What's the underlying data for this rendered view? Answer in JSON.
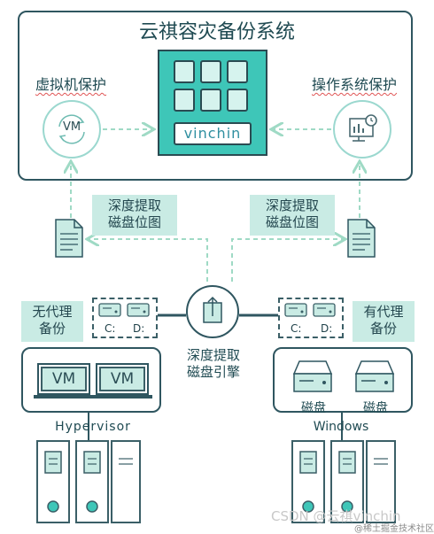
{
  "title": "云祺容灾备份系统",
  "top_left_label": "虚拟机保护",
  "top_right_label": "操作系统保护",
  "vm_icon_text": "VM",
  "logo_text": "vinchin",
  "callout_left": [
    "深度提取",
    "磁盘位图"
  ],
  "callout_right": [
    "深度提取",
    "磁盘位图"
  ],
  "agentless": [
    "无代理",
    "备份"
  ],
  "agent": [
    "有代理",
    "备份"
  ],
  "engine": [
    "深度提取",
    "磁盘引擎"
  ],
  "left_drive_c": "C:",
  "left_drive_d": "D:",
  "right_drive_c": "C:",
  "right_drive_d": "D:",
  "vm1": "VM",
  "vm2": "VM",
  "hypervisor": "Hypervisor",
  "windows": "Windows",
  "disk1": "磁盘",
  "disk2": "磁盘",
  "watermark": "CSDN @云祺vinchin",
  "watermark_small": "@稀土掘金技术社区",
  "colors": {
    "accent": "#3ec6b8",
    "panel_border": "#2f5660",
    "callout_bg": "#c9ebe4",
    "dash": "#9fdac5"
  }
}
